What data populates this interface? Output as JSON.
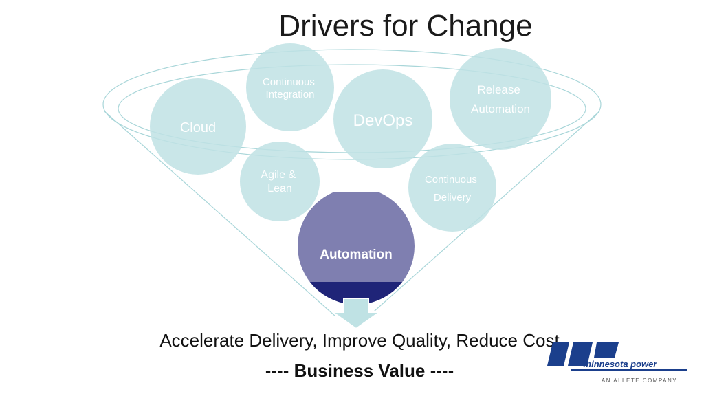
{
  "title": "Drivers for Change",
  "funnel": {
    "circles": [
      {
        "id": "cloud",
        "label": "Cloud"
      },
      {
        "id": "ci",
        "label_lines": [
          "Continuous",
          "Integration"
        ]
      },
      {
        "id": "devops",
        "label": "DevOps"
      },
      {
        "id": "release",
        "label_lines": [
          "Release",
          "Automation"
        ]
      },
      {
        "id": "agile",
        "label_lines": [
          "Agile &",
          "Lean"
        ]
      },
      {
        "id": "cd",
        "label_lines": [
          "Continuous",
          "Delivery"
        ]
      },
      {
        "id": "automation",
        "label": "Automation"
      }
    ]
  },
  "bottom": {
    "line1": "Accelerate Delivery, Improve Quality, Reduce Cost",
    "line2_prefix": "----",
    "line2_bold": "Business Value",
    "line2_suffix": "----"
  },
  "logo": {
    "brand": "minnesota power",
    "tagline": "AN ALLETE COMPANY"
  },
  "colors": {
    "light_circle": "#bfe2e4",
    "circle_text": "#ffffff",
    "automation_top": "#7f7fb0",
    "automation_bottom": "#1f2478",
    "arrow": "#bfe2e4",
    "funnel_line": "#a9d6d9",
    "logo_blue": "#1b3f8c"
  }
}
